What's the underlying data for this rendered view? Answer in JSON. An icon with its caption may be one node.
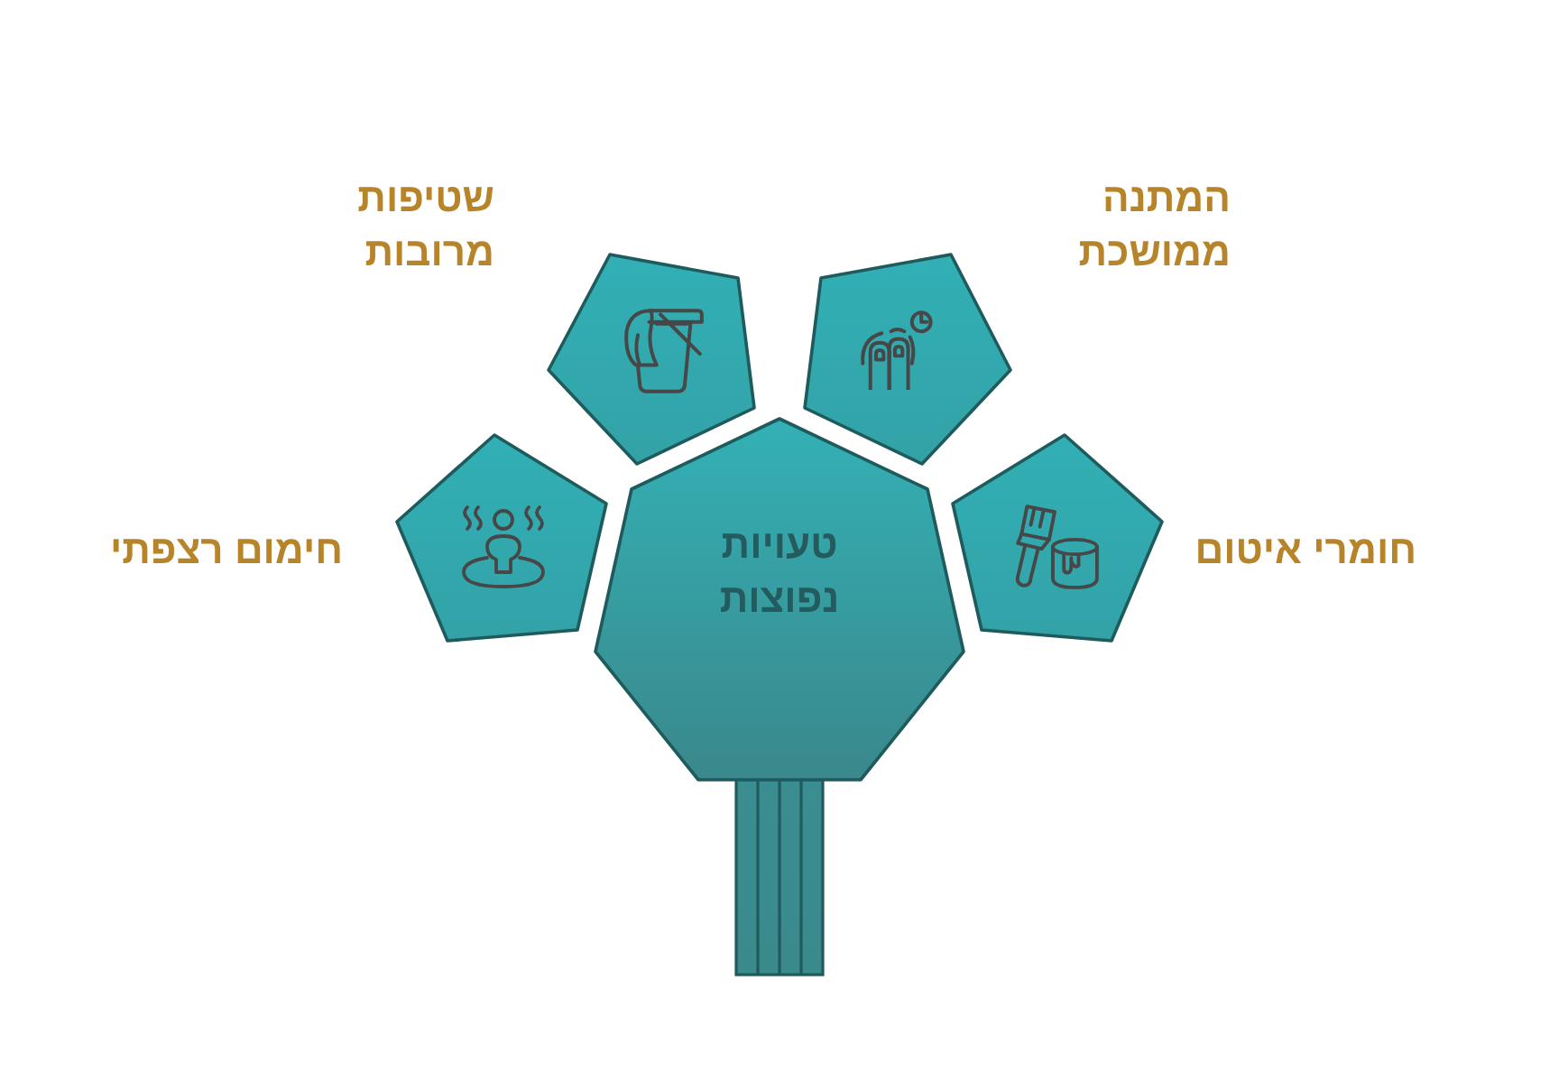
{
  "diagram": {
    "nodes": [
      {
        "text": [
          "טעויות נפוצות"
        ]
      },
      {
        "text": [],
        "shape": "pentagon",
        "beside": [
          "המתנה ממושכת"
        ]
      },
      {
        "text": [],
        "shape": "pentagon",
        "beside": [
          "שטיפות מרובות"
        ]
      },
      {
        "text": [],
        "shape": "pentagon",
        "beside": [
          "חומרי איטום"
        ]
      },
      {
        "text": [],
        "shape": "pentagon",
        "beside": [
          "חימום רצפתי"
        ]
      }
    ]
  }
}
